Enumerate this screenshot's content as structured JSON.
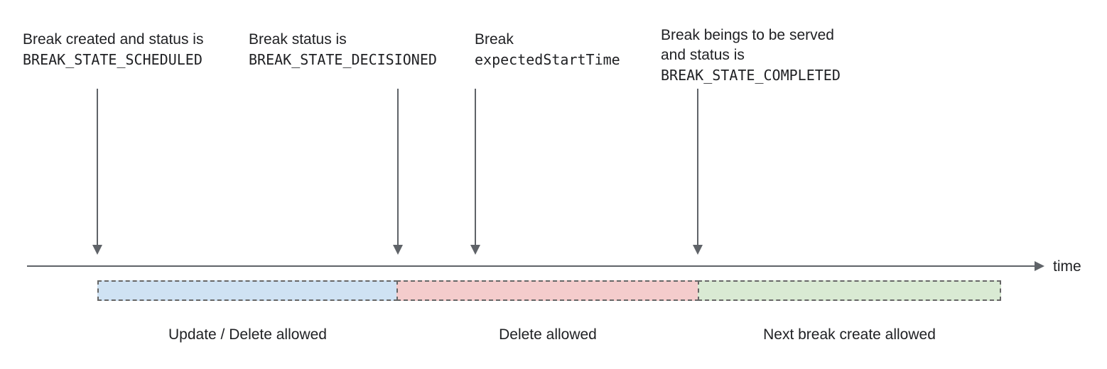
{
  "diagram": {
    "annotations": [
      {
        "line1": "Break created and status is",
        "code": "BREAK_STATE_SCHEDULED"
      },
      {
        "line1": "Break status is",
        "code": "BREAK_STATE_DECISIONED"
      },
      {
        "line1": "Break",
        "code": "expectedStartTime"
      },
      {
        "line1": "Break beings to be served",
        "line2": "and status is",
        "code": "BREAK_STATE_COMPLETED"
      }
    ],
    "timeline": {
      "axis_label": "time"
    },
    "segments": [
      {
        "label": "Update / Delete allowed",
        "color": "#cfe2f3"
      },
      {
        "label": "Delete allowed",
        "color": "#f4cccc"
      },
      {
        "label": "Next break create allowed",
        "color": "#d9ead3"
      }
    ],
    "colors": {
      "arrow": "#5f6368",
      "dashed_border": "#666666",
      "text": "#202124"
    }
  }
}
